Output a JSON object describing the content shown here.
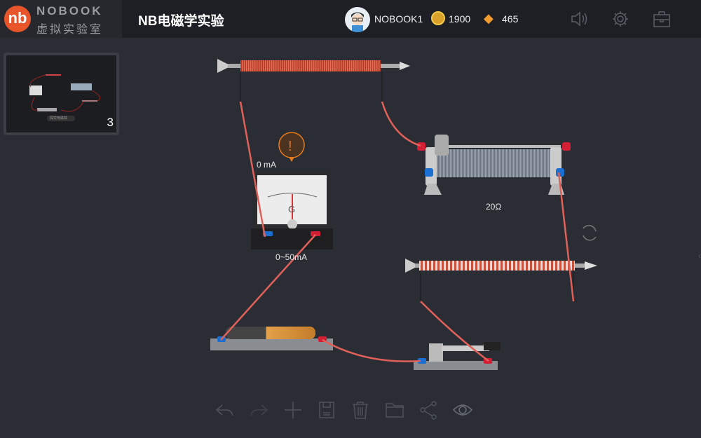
{
  "app": {
    "logo_mark": "nb",
    "logo_en": "NOBOOK",
    "logo_cn": "虚拟实验室",
    "title": "NB电磁学实验"
  },
  "user": {
    "name": "NOBOOK1",
    "coins": "1900",
    "gems": "465"
  },
  "toolbar_icons": [
    "sound-icon",
    "settings-icon",
    "toolbox-icon"
  ],
  "thumbnail": {
    "count": "3",
    "caption": "探究电磁铁"
  },
  "galvanometer": {
    "reading": "0 mA",
    "range": "0~50mA",
    "symbol": "G",
    "warning": "!"
  },
  "rheostat": {
    "value": "20Ω"
  },
  "bottom_tools": [
    "undo",
    "redo",
    "add",
    "save",
    "delete",
    "open-folder",
    "share",
    "view"
  ],
  "colors": {
    "accent": "#e8552a",
    "wire": "#e0605a",
    "warning": "#e87a1c"
  }
}
